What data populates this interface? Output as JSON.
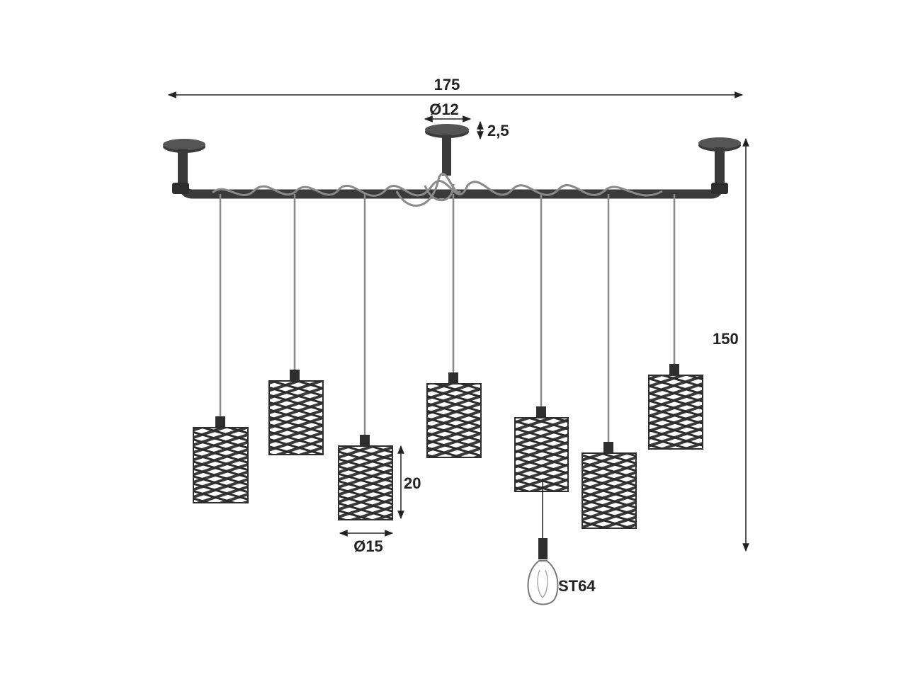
{
  "dimensions": {
    "overall_width": "175",
    "overall_height": "150",
    "canopy_diameter": "Ø12",
    "canopy_height": "2,5",
    "shade_height": "20",
    "shade_diameter": "Ø15"
  },
  "bulb": {
    "type_label": "ST64"
  },
  "colors": {
    "metal": "#3a3a3a",
    "cord": "#8a8a8a",
    "dimension_line": "#222222"
  }
}
